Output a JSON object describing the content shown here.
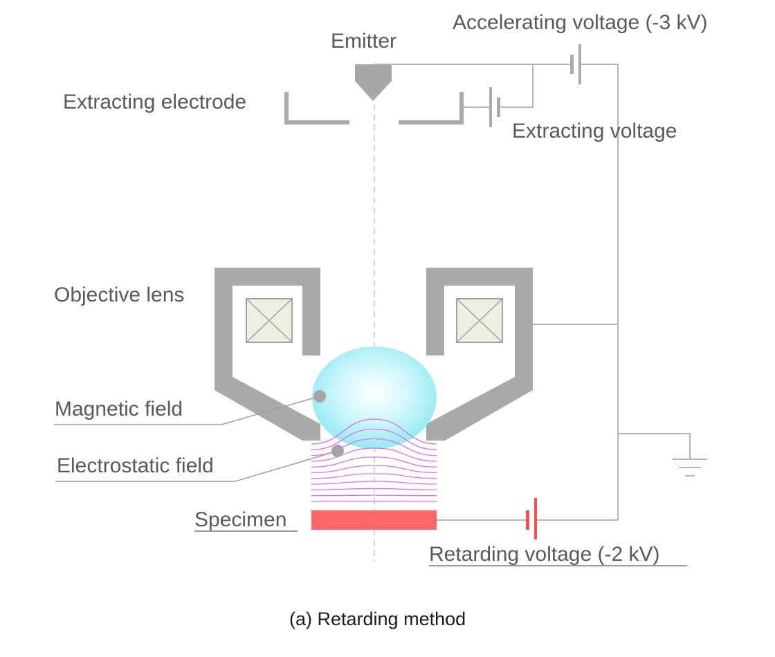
{
  "labels": {
    "emitter": "Emitter",
    "accelerating_voltage": "Accelerating voltage (-3 kV)",
    "extracting_electrode": "Extracting electrode",
    "extracting_voltage": "Extracting voltage",
    "objective_lens": "Objective lens",
    "magnetic_field": "Magnetic field",
    "electrostatic_field": "Electrostatic field",
    "specimen": "Specimen",
    "retarding_voltage": "Retarding voltage (-2 kV)"
  },
  "caption": "(a) Retarding method",
  "colors": {
    "text": "#595959",
    "structure": "#aaaaaa",
    "wire": "#b5b5b5",
    "magnetic_field": "#a9eef7",
    "electrostatic_lines": "#e46ee4",
    "specimen": "#ff6666",
    "retarding_source": "#ff4d4d"
  }
}
